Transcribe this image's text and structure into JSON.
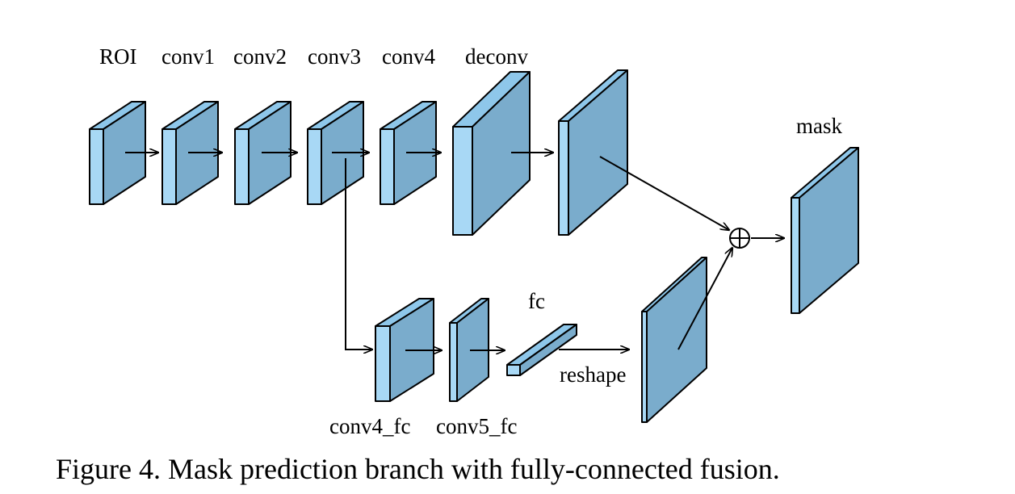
{
  "labels": {
    "roi": "ROI",
    "conv1": "conv1",
    "conv2": "conv2",
    "conv3": "conv3",
    "conv4": "conv4",
    "deconv": "deconv",
    "mask": "mask",
    "fc": "fc",
    "reshape": "reshape",
    "conv4_fc": "conv4_fc",
    "conv5_fc": "conv5_fc"
  },
  "caption": "Figure 4. Mask prediction branch with fully-connected fusion.",
  "colors": {
    "front_face": "#a8d8f5",
    "side_face": "#7aaccc",
    "top_face": "#8ec7ea",
    "stroke": "#000000"
  },
  "icons": {
    "fusion": "circle-plus-icon",
    "arrow": "arrow-right-icon"
  }
}
